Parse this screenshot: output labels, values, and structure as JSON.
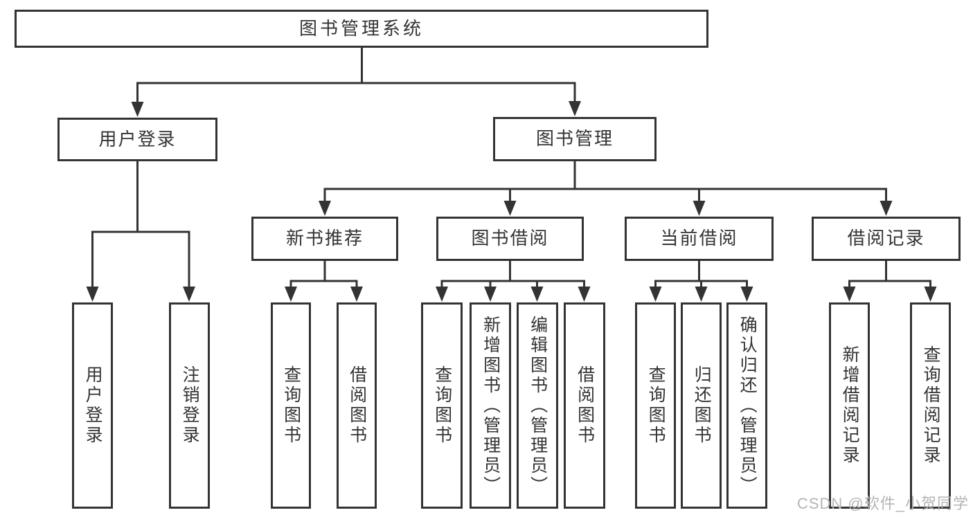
{
  "root": {
    "label": "图书管理系统"
  },
  "branches": [
    {
      "label": "用户登录",
      "children": [
        {
          "label": "用户登录"
        },
        {
          "label": "注销登录"
        }
      ]
    },
    {
      "label": "图书管理",
      "children": [
        {
          "label": "新书推荐",
          "children": [
            {
              "label": "查询图书"
            },
            {
              "label": "借阅图书"
            }
          ]
        },
        {
          "label": "图书借阅",
          "children": [
            {
              "label": "查询图书"
            },
            {
              "label": "新增图书（管理员）"
            },
            {
              "label": "编辑图书（管理员）"
            },
            {
              "label": "借阅图书"
            }
          ]
        },
        {
          "label": "当前借阅",
          "children": [
            {
              "label": "查询图书"
            },
            {
              "label": "归还图书"
            },
            {
              "label": "确认归还（管理员）"
            }
          ]
        },
        {
          "label": "借阅记录",
          "children": [
            {
              "label": "新增借阅记录"
            },
            {
              "label": "查询借阅记录"
            }
          ]
        }
      ]
    }
  ],
  "watermark": {
    "text": "CSDN @软件_小贺同学"
  },
  "colors": {
    "line": "#333333",
    "box_border": "#333333",
    "box_fill": "#ffffff",
    "text": "#333333",
    "watermark_text": "#b4b4b4",
    "background": "#ffffff"
  }
}
